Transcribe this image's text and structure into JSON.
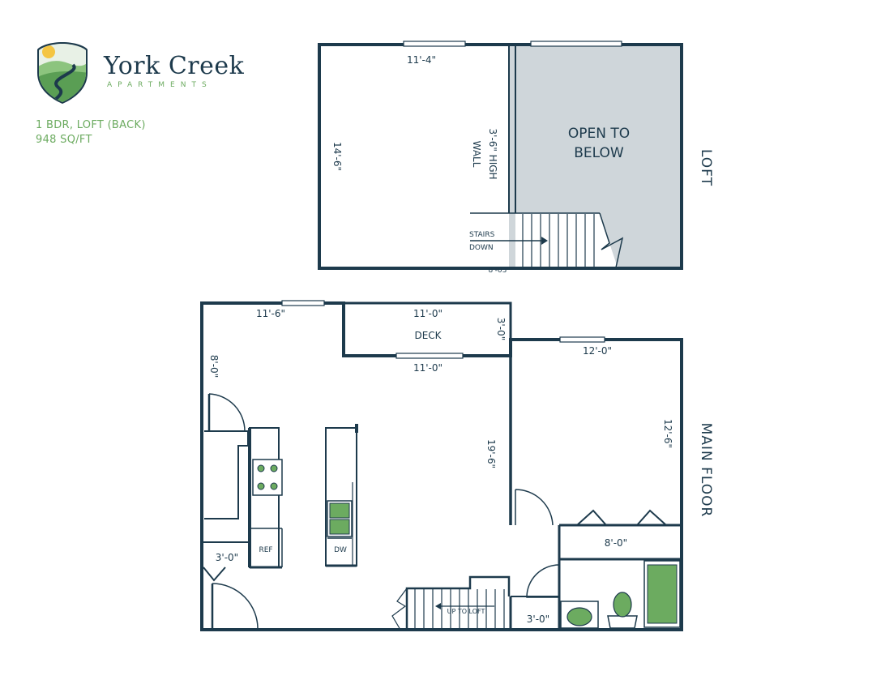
{
  "brand": {
    "name": "York Creek",
    "subtitle": "APARTMENTS",
    "unit_type": "1 BDR, LOFT (BACK)",
    "unit_size": "948 SQ/FT",
    "logo_icon": "shield-landscape-icon"
  },
  "colors": {
    "wall": "#1d3a4c",
    "accent_green": "#6cab60",
    "open_area": "#cfd6da",
    "fixture_green": "#6cab60"
  },
  "loft": {
    "label": "LOFT",
    "width": "11'-4\"",
    "depth": "14'-6\"",
    "wall_label_1": "3'-6\" HIGH",
    "wall_label_2": "WALL",
    "open_1": "OPEN TO",
    "open_2": "BELOW",
    "stairs_1": "STAIRS",
    "stairs_2": "DOWN",
    "stairs_dim": "8'-03\""
  },
  "main_floor": {
    "label": "MAIN FLOOR",
    "living_width": "11'-6\"",
    "deck_label": "DECK",
    "deck_width_top": "11'-0\"",
    "deck_width_bottom": "11'-0\"",
    "deck_depth": "3'-0\"",
    "left_depth": "8'-0\"",
    "living_depth": "19'-6\"",
    "entry_width": "3'-0\"",
    "bedroom_width": "12'-0\"",
    "bedroom_depth": "12'-6\"",
    "closet_width": "8'-0\"",
    "bath_width": "3'-0\"",
    "ref_label": "REF",
    "dw_label": "DW",
    "stairs_up": "UP TO LOFT"
  }
}
